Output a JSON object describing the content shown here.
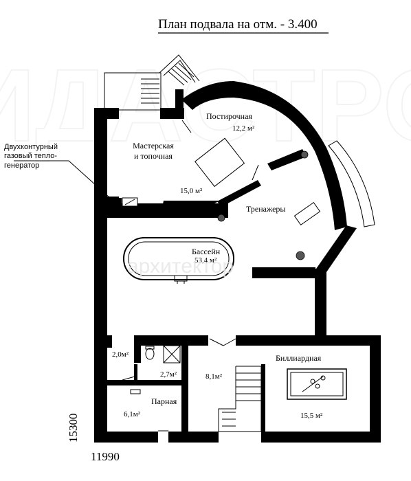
{
  "title": "План подвала на отм. - 3.400",
  "dimensions": {
    "width": "11990",
    "height": "15300"
  },
  "watermark": "архитектор",
  "annotation": {
    "line1": "Двухконтурный",
    "line2": "газовый тепло-",
    "line3": "генератор"
  },
  "rooms": {
    "postirochnaya": {
      "name": "Постирочная",
      "area": "12,2 м²"
    },
    "masterskaya": {
      "name_line1": "Мастерская",
      "name_line2": "и топочная",
      "area": "15,0 м²"
    },
    "trenazhery": {
      "name": "Тренажеры"
    },
    "bassein": {
      "name": "Бассейн",
      "area": "53,4 м²"
    },
    "wc1": {
      "area": "2,0м²"
    },
    "wc2": {
      "area": "2,7м²"
    },
    "hall": {
      "area": "8,1м²"
    },
    "billiard": {
      "name": "Биллиардная",
      "area": "15,5 м²"
    },
    "parnaya": {
      "name": "Парная",
      "area": "6,1м²"
    }
  }
}
